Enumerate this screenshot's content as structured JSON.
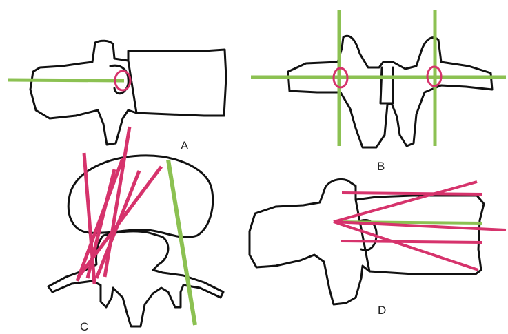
{
  "colors": {
    "outline": "#111111",
    "pink_line": "#d6336c",
    "green_line": "#8cc152",
    "marker_circle": "#d6336c",
    "background": "#ffffff"
  },
  "panels": [
    {
      "label": "A"
    },
    {
      "label": "B"
    },
    {
      "label": "C"
    },
    {
      "label": "D"
    }
  ]
}
